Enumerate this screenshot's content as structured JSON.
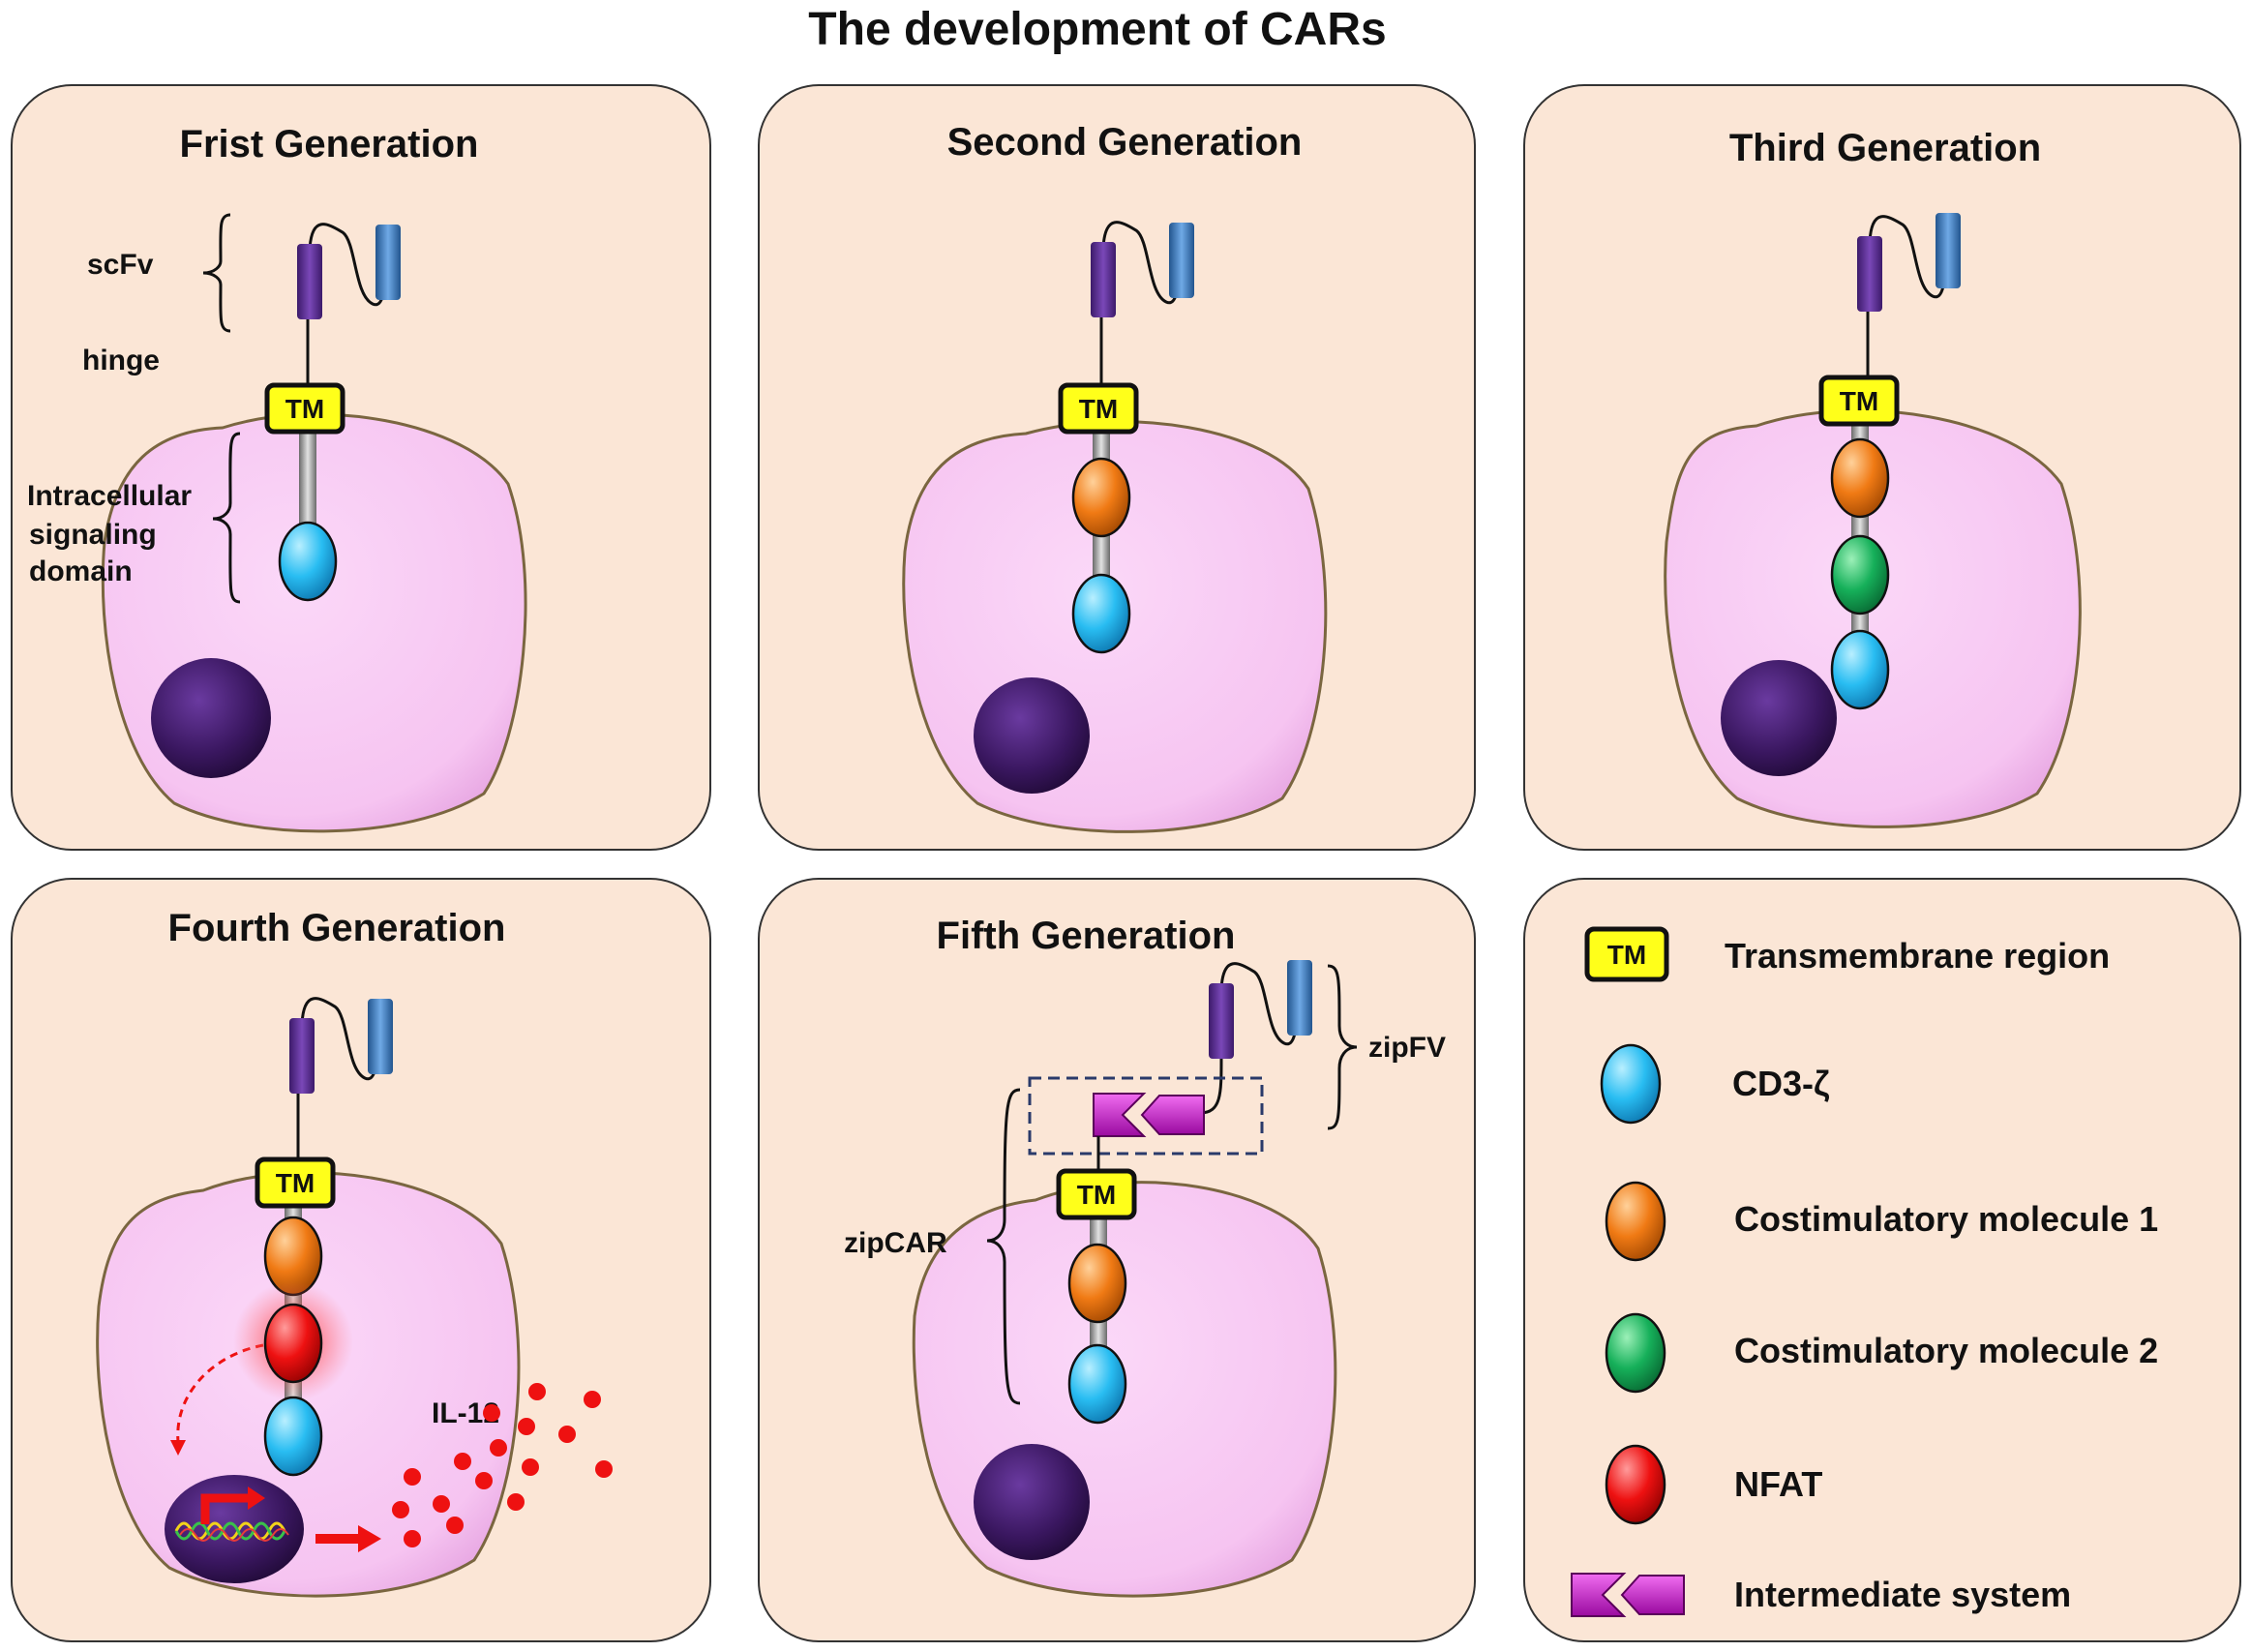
{
  "title": "The development of CARs",
  "colors": {
    "panel_fill": "#fbe6d6",
    "cell_fill": "#f8c9f3",
    "cell_stroke": "#7a6640",
    "nucleus": "#3a1760",
    "tm_fill": "#ffff1a",
    "cd3z": "#29bdf2",
    "costim1": "#f07a14",
    "costim2": "#16b05a",
    "nfat": "#ee1111",
    "vh": "#5b2d91",
    "vl": "#3a7ec8",
    "intermediate": "#c21cc4",
    "il12": "#ee1111"
  },
  "panels": {
    "first": {
      "title": "Frist Generation"
    },
    "second": {
      "title": "Second Generation"
    },
    "third": {
      "title": "Third Generation"
    },
    "fourth": {
      "title": "Fourth Generation"
    },
    "fifth": {
      "title": "Fifth Generation"
    }
  },
  "labels": {
    "tm": "TM",
    "scfv": "scFv",
    "hinge": "hinge",
    "intracellular_1": "Intracellular",
    "intracellular_2": "signaling",
    "intracellular_3": "domain",
    "il12": "IL-12",
    "zipfv": "zipFV",
    "zipcar": "zipCAR"
  },
  "legend": [
    {
      "icon": "tm-box",
      "label": "Transmembrane region"
    },
    {
      "icon": "cd3z-oval",
      "label": "CD3-ζ"
    },
    {
      "icon": "costim1-oval",
      "label": "Costimulatory molecule 1"
    },
    {
      "icon": "costim2-oval",
      "label": "Costimulatory molecule 2"
    },
    {
      "icon": "nfat-oval",
      "label": "NFAT"
    },
    {
      "icon": "intermediate-arrows",
      "label": "Intermediate system"
    }
  ]
}
